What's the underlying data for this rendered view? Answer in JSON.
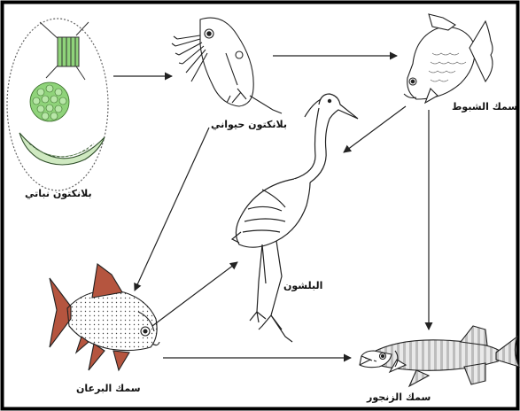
{
  "labels": {
    "phytoplankton": "بلانكتون نباتي",
    "zooplankton": "بلانكتون حيواني",
    "chub": "سمك الشبوط",
    "heron": "البلشون",
    "bream": "سمك البرعان",
    "pike": "سمك الزنجور"
  },
  "colors": {
    "border": "#000000",
    "plankton_green": "#8fd37a",
    "diatom_green": "#cfe9c1",
    "fin_red": "#b5553f",
    "outline": "#222222"
  },
  "icons": [
    "phytoplankton-illustration",
    "zooplankton-illustration",
    "chub-fish-illustration",
    "heron-illustration",
    "bream-fish-illustration",
    "pike-fish-illustration"
  ]
}
